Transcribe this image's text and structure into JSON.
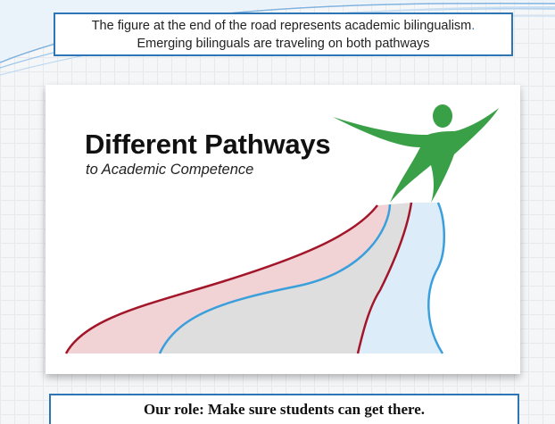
{
  "slide": {
    "top_box": {
      "line1_text": "The figure at the end of the road represents academic bilingualism",
      "line1_punct": ".",
      "line2": "Emerging bilinguals are traveling on both pathways"
    },
    "picture": {
      "title": "Different Pathways",
      "subtitle": "to Academic Competence"
    },
    "bottom_box": {
      "text": "Our role:  Make sure students can get there."
    }
  },
  "colors": {
    "accent_blue": "#2e75b6",
    "figure_green": "#3aa047",
    "path_red": "#a3162a",
    "path_blue": "#3b9fdc",
    "fill_pink": "#f1d3d6",
    "fill_gray": "#dedede",
    "fill_lightblue": "#dcecf8"
  }
}
